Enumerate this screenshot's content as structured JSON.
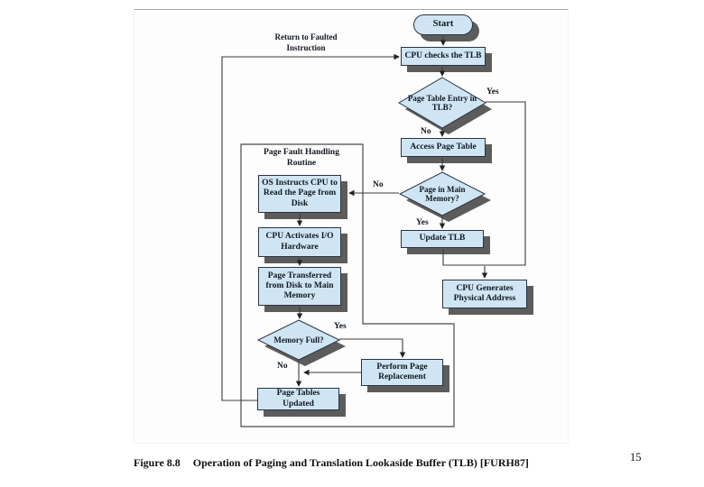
{
  "page": {
    "number": "15"
  },
  "caption": {
    "figure_label": "Figure 8.8",
    "figure_title": "Operation of Paging and Translation Lookaside Buffer (TLB) [FURH87]"
  },
  "flowchart": {
    "colors": {
      "node_fill": "#cfe5f4",
      "node_border": "#2a3440",
      "node_shadow": "#5c5c5c",
      "line": "#3a3a3a",
      "text": "#10181f"
    },
    "annotations": {
      "return_note": "Return to Faulted Instruction",
      "routine_title": "Page Fault Handling Routine"
    },
    "nodes": {
      "start": "Start",
      "cpu_checks_tlb": "CPU checks the TLB",
      "tlb_decision": "Page Table Entry in TLB?",
      "access_page_table": "Access Page Table",
      "memory_decision": "Page in Main Memory?",
      "update_tlb": "Update TLB",
      "cpu_generates": "CPU Generates Physical Address",
      "os_instructs": "OS Instructs CPU to Read the Page from Disk",
      "cpu_activates": "CPU Activates I/O Hardware",
      "page_transferred": "Page Transferred from Disk to Main Memory",
      "memory_full": "Memory Full?",
      "perform_replacement": "Perform Page Replacement",
      "page_tables_updated": "Page Tables Updated"
    },
    "branch_labels": {
      "tlb_yes": "Yes",
      "tlb_no": "No",
      "memory_yes": "Yes",
      "memory_no": "No",
      "full_yes": "Yes",
      "full_no": "No"
    }
  }
}
